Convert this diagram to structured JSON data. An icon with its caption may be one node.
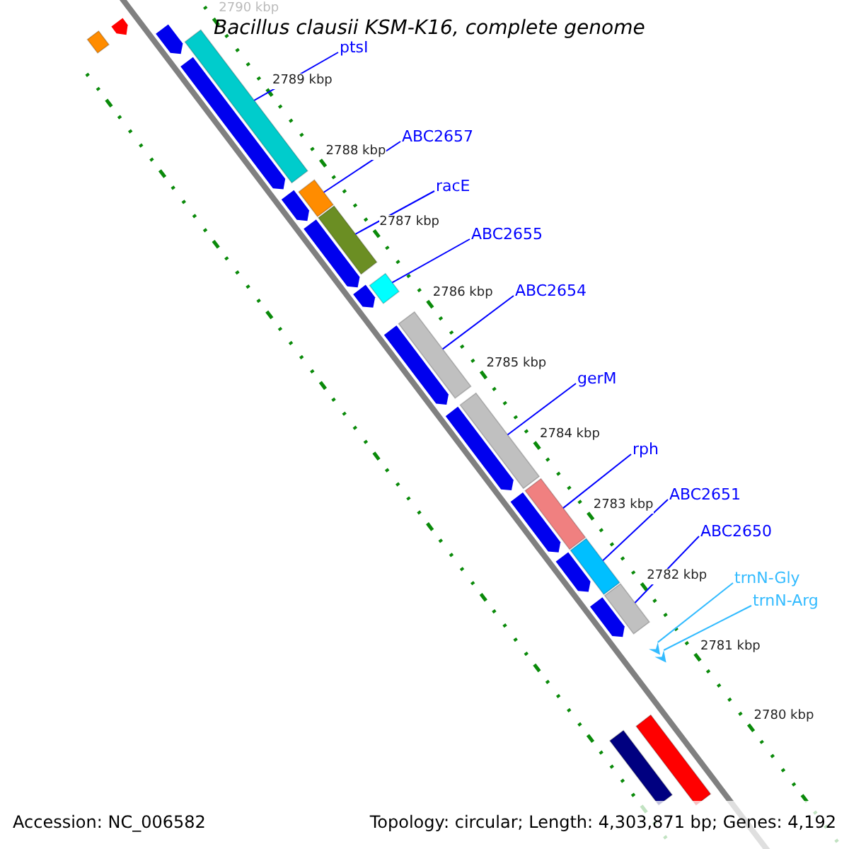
{
  "diagram": {
    "title": "Bacillus clausii KSM-K16, complete genome",
    "nodes": [
      {
        "text": [
          "ptsI"
        ]
      },
      {
        "text": [
          "ABC2657"
        ]
      },
      {
        "text": [
          "racE"
        ]
      },
      {
        "text": [
          "ABC2655"
        ]
      },
      {
        "text": [
          "ABC2654"
        ]
      },
      {
        "text": [
          "gerM"
        ]
      },
      {
        "text": [
          "rph"
        ]
      },
      {
        "text": [
          "ABC2651"
        ]
      },
      {
        "text": [
          "ABC2650"
        ]
      },
      {
        "text": [
          "trnN-Gly"
        ]
      },
      {
        "text": [
          "trnN-Arg"
        ]
      },
      {
        "text": [],
        "shape": "bar"
      },
      {
        "text": [],
        "shape": "bar"
      },
      {
        "text": [],
        "shape": "bar"
      },
      {
        "text": [],
        "shape": "bar"
      },
      {
        "text": [],
        "shape": "bar"
      },
      {
        "text": [],
        "shape": "bar"
      },
      {
        "text": [],
        "shape": "bar"
      },
      {
        "text": [],
        "shape": "bar"
      },
      {
        "text": [],
        "shape": "bar"
      },
      {
        "text": [],
        "shape": "chevron"
      },
      {
        "text": [],
        "shape": "chevron"
      },
      {
        "text": [],
        "shape": "bar"
      },
      {
        "text": [],
        "shape": "bar"
      },
      {
        "text": [],
        "shape": "bar"
      },
      {
        "text": [],
        "shape": "bar"
      },
      {
        "text": [],
        "shape": "bar"
      },
      {
        "text": [],
        "shape": "bar"
      },
      {
        "text": [],
        "shape": "bar"
      },
      {
        "text": [],
        "shape": "bar"
      },
      {
        "text": [],
        "shape": "bar"
      },
      {
        "text": [],
        "shape": "bar"
      },
      {
        "text": [],
        "shape": "bar"
      },
      {
        "text": [],
        "shape": "bar"
      },
      {
        "text": [],
        "shape": "bar"
      },
      {
        "text": [],
        "shape": "bar"
      }
    ],
    "edges": [
      {
        "from": 0,
        "to": 11,
        "arrow": "none"
      },
      {
        "from": 1,
        "to": 12,
        "arrow": "none"
      },
      {
        "from": 2,
        "to": 13,
        "arrow": "none"
      },
      {
        "from": 3,
        "to": 14,
        "arrow": "none"
      },
      {
        "from": 4,
        "to": 15,
        "arrow": "none"
      },
      {
        "from": 5,
        "to": 16,
        "arrow": "none"
      },
      {
        "from": 6,
        "to": 17,
        "arrow": "none"
      },
      {
        "from": 7,
        "to": 18,
        "arrow": "none"
      },
      {
        "from": 8,
        "to": 19,
        "arrow": "none"
      },
      {
        "from": 9,
        "to": 20,
        "arrow": "none",
        "color": "#33bbff"
      },
      {
        "from": 10,
        "to": 21,
        "arrow": "none",
        "color": "#33bbff"
      }
    ],
    "labels": [
      "2790 kbp",
      "2789 kbp",
      "2788 kbp",
      "2787 kbp",
      "2786 kbp",
      "2785 kbp",
      "2784 kbp",
      "2783 kbp",
      "2782 kbp",
      "2781 kbp",
      "2780 kbp",
      "Accession: NC_006582",
      "Topology: circular; Length: 4,303,871 bp; Genes: 4,192"
    ]
  }
}
